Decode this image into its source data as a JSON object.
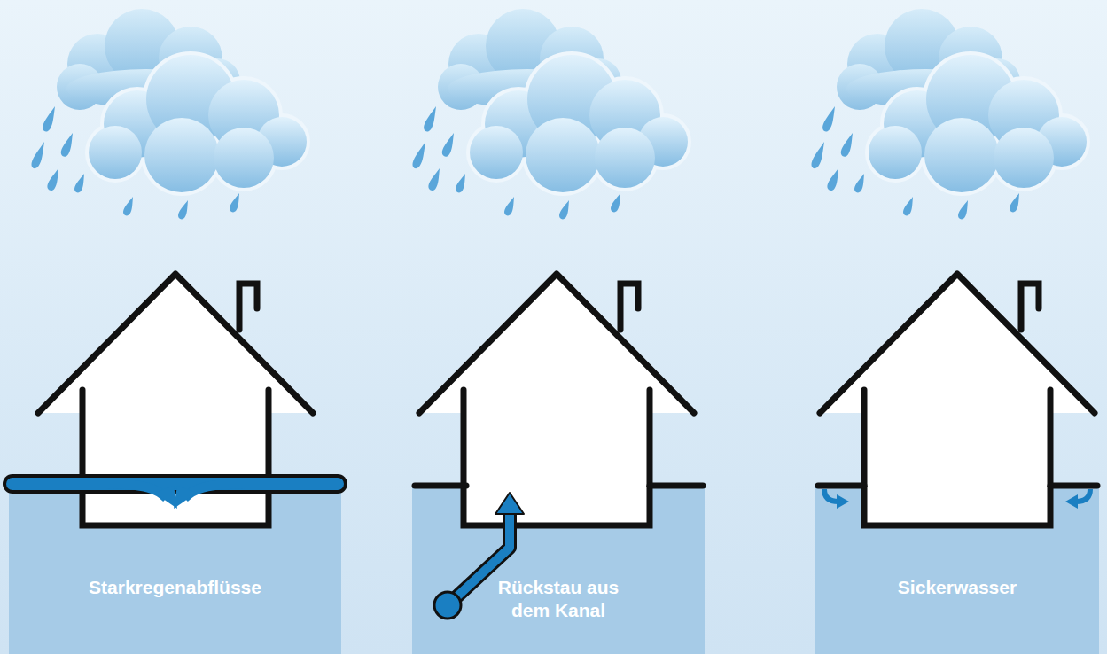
{
  "diagram": {
    "nodes": [
      {
        "text": [
          "Starkregenabflüsse"
        ]
      },
      {
        "text": [
          "Rückstau aus dem Kanal"
        ]
      },
      {
        "text": [
          "Sickerwasser"
        ]
      }
    ]
  }
}
